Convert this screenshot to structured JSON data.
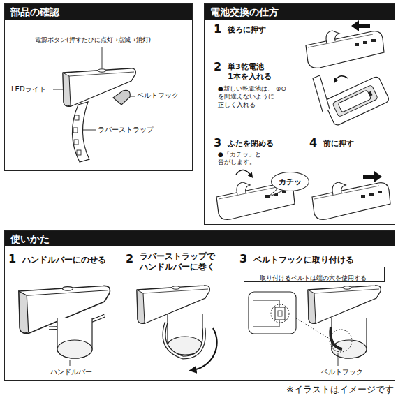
{
  "diagram": {
    "caption": "※イラストはイメージです",
    "nodes": [
      {
        "text": [
          "部品の確認"
        ]
      },
      {
        "text": [
          "電池交換の仕方"
        ]
      },
      {
        "text": [
          "カチッ"
        ],
        "in": 1
      },
      {
        "text": [
          "使いかた"
        ]
      },
      {
        "text": [
          "取り付けるベルトは端の穴を使用する"
        ],
        "in": 3
      }
    ],
    "labels": [
      "電源ボタン(押すたびに点灯→点滅→消灯)",
      "LEDライト",
      "ベルトフック",
      "ラバーストラップ",
      "1",
      "後ろに押す",
      "2",
      "単3乾電池 1本を入れる",
      "●新しい乾電池は、 ⊕⊖を間違えないように 正しく入れる",
      "3",
      "ふたを閉める",
      "●「カチッ」と 音がします。",
      "4",
      "前に押す",
      "1",
      "ハンドルバーにのせる",
      "2",
      "ラバーストラップで ハンドルバーに巻く",
      "3",
      "ベルトフックに取り付ける",
      "ハンドルバー",
      "ベルトフック"
    ]
  }
}
